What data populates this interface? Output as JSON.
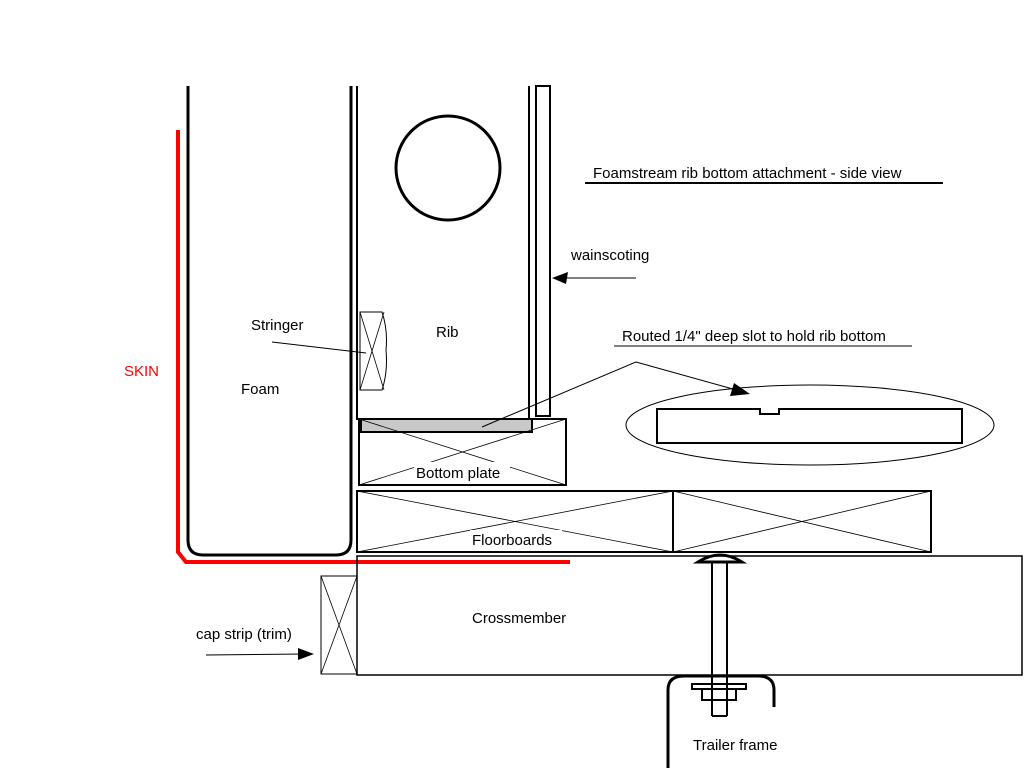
{
  "title": "Foamstream   rib bottom attachment -  side view",
  "colors": {
    "skin": "#ff0000",
    "line": "#000000",
    "plate_fill": "#c8c8c8"
  },
  "labels": {
    "skin": "SKIN",
    "foam": "Foam",
    "stringer": "Stringer",
    "rib": "Rib",
    "wainscoting": "wainscoting",
    "routed_slot": "Routed  1/4\" deep slot to hold rib bottom",
    "bottom_plate": "Bottom plate",
    "floorboards": "Floorboards",
    "crossmember": "Crossmember",
    "cap_strip": "cap strip (trim)",
    "trailer_frame": "Trailer frame"
  }
}
